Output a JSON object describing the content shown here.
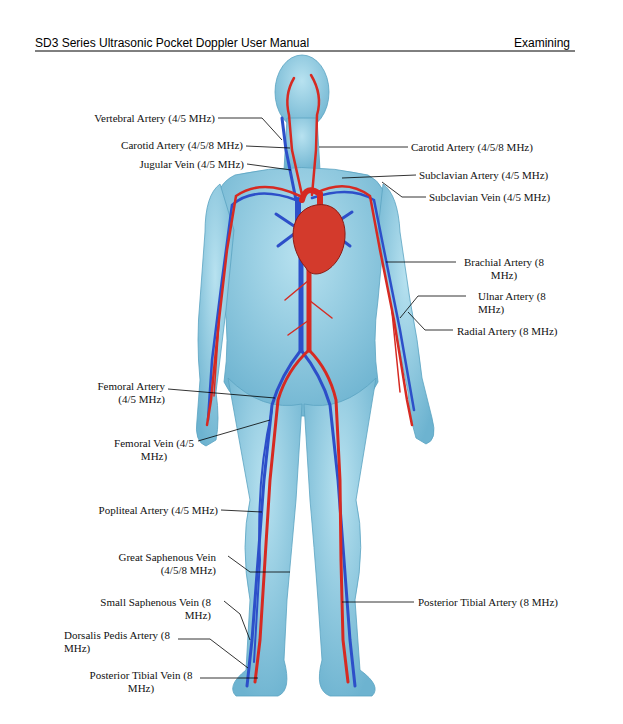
{
  "diagram": {
    "labels": [
      "SD3 Series Ultrasonic Pocket Doppler User Manual",
      "Examining",
      "Vertebral Artery (4/5 MHz)",
      "Carotid Artery (4/5/8 MHz)",
      "Jugular Vein (4/5 MHz)",
      "Carotid Artery (4/5/8 MHz)",
      "Subclavian Artery (4/5 MHz)",
      "Subclavian Vein (4/5 MHz)",
      "Brachial Artery (8 MHz)",
      "Ulnar Artery (8 MHz)",
      "Radial Artery (8 MHz)",
      "Femoral Artery (4/5 MHz)",
      "Femoral Vein (4/5 MHz)",
      "Popliteal Artery (4/5 MHz)",
      "Great Saphenous Vein (4/5/8 MHz)",
      "Small Saphenous Vein (8 MHz)",
      "Dorsalis Pedis Artery (8 MHz)",
      "Posterior Tibial Vein (8 MHz)",
      "Posterior Tibial Artery (8 MHz)"
    ]
  }
}
